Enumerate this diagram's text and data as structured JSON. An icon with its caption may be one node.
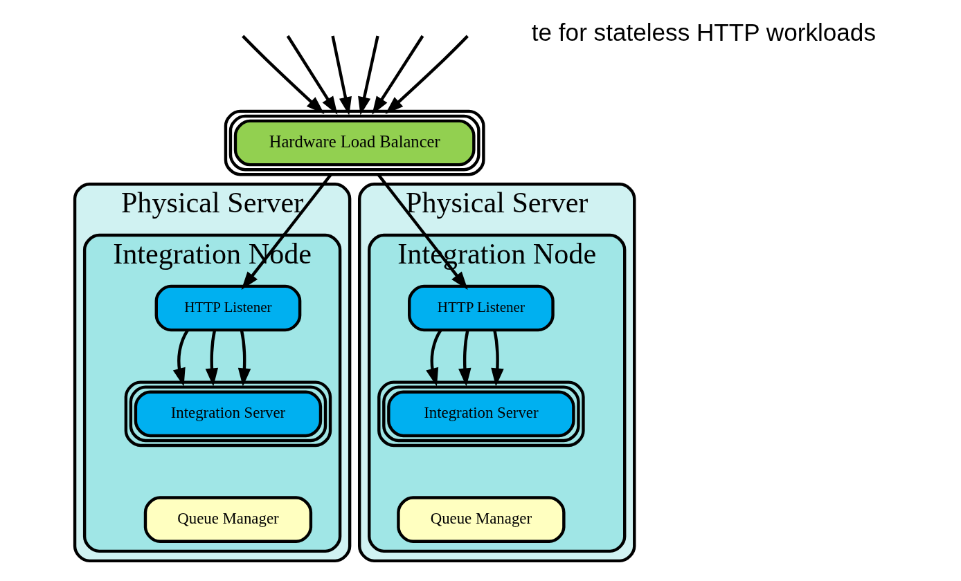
{
  "diagram": {
    "nodes": [
      {
        "text": [
          "Hardware Load Balancer"
        ]
      },
      {
        "text": [
          "Physical Server"
        ]
      },
      {
        "text": [
          "Integration Node"
        ],
        "in": 1
      },
      {
        "text": [
          "HTTP Listener"
        ],
        "in": 2
      },
      {
        "text": [
          "Integration Server"
        ],
        "in": 2
      },
      {
        "text": [
          "Queue Manager"
        ],
        "in": 2
      },
      {
        "text": [
          "Physical Server"
        ]
      },
      {
        "text": [
          "Integration Node"
        ],
        "in": 6
      },
      {
        "text": [
          "HTTP Listener"
        ],
        "in": 7
      },
      {
        "text": [
          "Integration Server"
        ],
        "in": 7
      },
      {
        "text": [
          "Queue Manager"
        ],
        "in": 7
      }
    ],
    "edges": [
      {
        "from": null,
        "to": 0,
        "arrow": "to"
      },
      {
        "from": null,
        "to": 0,
        "arrow": "to"
      },
      {
        "from": null,
        "to": 0,
        "arrow": "to"
      },
      {
        "from": null,
        "to": 0,
        "arrow": "to"
      },
      {
        "from": null,
        "to": 0,
        "arrow": "to"
      },
      {
        "from": null,
        "to": 0,
        "arrow": "to"
      },
      {
        "from": 0,
        "to": 3,
        "arrow": "to"
      },
      {
        "from": 0,
        "to": 8,
        "arrow": "to"
      },
      {
        "from": 3,
        "to": 4,
        "arrow": "to"
      },
      {
        "from": 3,
        "to": 4,
        "arrow": "to"
      },
      {
        "from": 3,
        "to": 4,
        "arrow": "to"
      },
      {
        "from": 8,
        "to": 9,
        "arrow": "to"
      },
      {
        "from": 8,
        "to": 9,
        "arrow": "to"
      },
      {
        "from": 8,
        "to": 9,
        "arrow": "to"
      }
    ],
    "labels": [
      "te for stateless HTTP workloads"
    ]
  }
}
